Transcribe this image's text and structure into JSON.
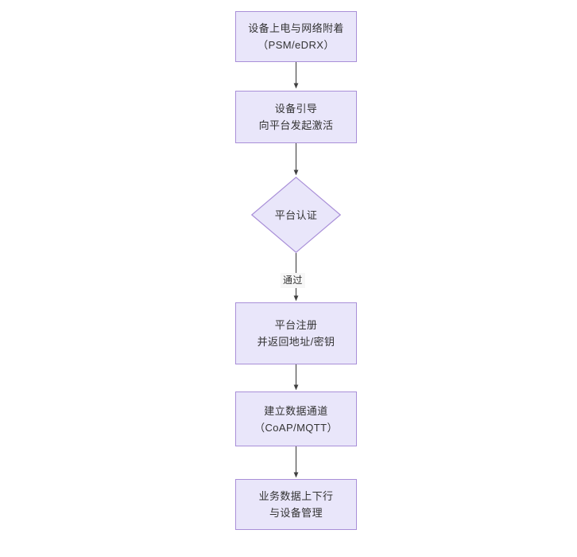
{
  "diagram": {
    "type": "flowchart",
    "orientation": "top-to-bottom",
    "background_color": "#ffffff",
    "node_fill_color": "#e9e6fa",
    "node_border_color": "#a98fd8",
    "text_color": "#333333",
    "connector_color": "#404040",
    "nodes": [
      {
        "id": "n1",
        "shape": "rectangle",
        "line1": "设备上电与网络附着",
        "line2": "（PSM/eDRX）"
      },
      {
        "id": "n2",
        "shape": "rectangle",
        "line1": "设备引导",
        "line2": "向平台发起激活"
      },
      {
        "id": "n3",
        "shape": "diamond",
        "line1": "平台认证",
        "line2": ""
      },
      {
        "id": "n4",
        "shape": "rectangle",
        "line1": "平台注册",
        "line2": "并返回地址/密钥"
      },
      {
        "id": "n5",
        "shape": "rectangle",
        "line1": "建立数据通道",
        "line2": "（CoAP/MQTT）"
      },
      {
        "id": "n6",
        "shape": "rectangle",
        "line1": "业务数据上下行",
        "line2": "与设备管理"
      }
    ],
    "edges": [
      {
        "from": "n1",
        "to": "n2",
        "label": ""
      },
      {
        "from": "n2",
        "to": "n3",
        "label": ""
      },
      {
        "from": "n3",
        "to": "n4",
        "label": "通过"
      },
      {
        "from": "n4",
        "to": "n5",
        "label": ""
      },
      {
        "from": "n5",
        "to": "n6",
        "label": ""
      }
    ]
  }
}
